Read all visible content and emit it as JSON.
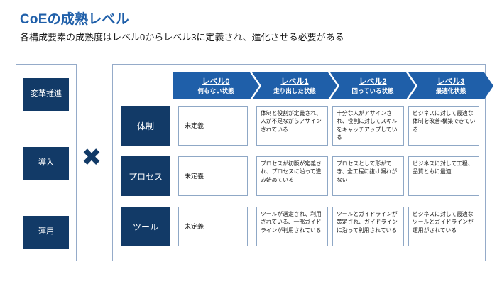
{
  "header": {
    "title": "CoEの成熟レベル",
    "subtitle": "各構成要素の成熟度はレベル0からレベル3に定義され、進化させる必要がある",
    "title_color": "#1F5FA9"
  },
  "colors": {
    "navy": "#123A67",
    "blue": "#1F5FA9",
    "panel_border": "#95abc9",
    "cell_border": "#8fa8c6"
  },
  "left_axis": {
    "items": [
      {
        "label": "変革推進"
      },
      {
        "label": "導入"
      },
      {
        "label": "運用"
      }
    ]
  },
  "operator": {
    "symbol": "✖",
    "name": "multiply"
  },
  "levels": [
    {
      "title": "レベル0",
      "subtitle": "何もない状態"
    },
    {
      "title": "レベル1",
      "subtitle": "走り出した状態"
    },
    {
      "title": "レベル2",
      "subtitle": "回っている状態"
    },
    {
      "title": "レベル3",
      "subtitle": "最適化状態"
    }
  ],
  "matrix": {
    "rows": [
      {
        "label": "体制",
        "cells": [
          "未定義",
          "体制と役割が定義され、人が不足ながらアサインされている",
          "十分な人がアサインされ、役割に対してスキルをキャッチアップしている",
          "ビジネスに対して最適な体制を改善・構築できている"
        ]
      },
      {
        "label": "プロセス",
        "cells": [
          "未定義",
          "プロセスが初版が定義され、プロセスに沿って進み始めている",
          "プロセスとして形ができ、全工程に抜け漏れがない",
          "ビジネスに対して工程、品質ともに最適"
        ]
      },
      {
        "label": "ツール",
        "cells": [
          "未定義",
          "ツールが選定され、利用されている、一部ガイドラインが利用されている",
          "ツールとガイドラインが策定され、ガイドラインに沿って利用されている",
          "ビジネスに対して最適なツールとガイドラインが運用がされている"
        ]
      }
    ]
  }
}
